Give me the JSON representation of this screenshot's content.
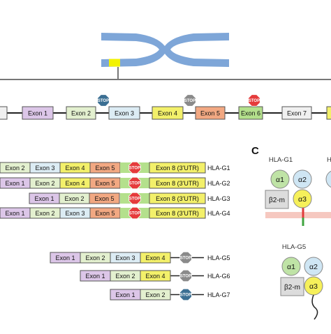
{
  "colors": {
    "chromosome": "#7ea6d8",
    "chromosome_band": "#f2f200",
    "exon1": "#dcc6e8",
    "exon2": "#e3f0cf",
    "exon3": "#dcecf4",
    "exon4": "#f3f06a",
    "exon5": "#f2a882",
    "exon6": "#b4e08c",
    "exon7": "#f0f0f0",
    "exon8": "#f3f06a",
    "stop_blue": "#3b6f93",
    "stop_grey": "#8a8a8a",
    "stop_red": "#e53b3b",
    "alpha1": "#bfe3a6",
    "alpha2": "#cfe6f4",
    "alpha3": "#f6f05a",
    "b2m": "#dcdcdc",
    "membrane": "#f6c8c0"
  },
  "gene": {
    "exons": [
      {
        "id": "exon-1",
        "label": "Exon 1",
        "color": "exon1"
      },
      {
        "id": "exon-2",
        "label": "Exon 2",
        "color": "exon2"
      },
      {
        "id": "exon-3",
        "label": "Exon 3",
        "color": "exon3"
      },
      {
        "id": "exon-4",
        "label": "Exon 4",
        "color": "exon4"
      },
      {
        "id": "exon-5",
        "label": "Exon 5",
        "color": "exon5"
      },
      {
        "id": "exon-6",
        "label": "Exon 6",
        "color": "exon6"
      },
      {
        "id": "exon-7",
        "label": "Exon 7",
        "color": "exon7"
      }
    ],
    "stop_label": "STOP"
  },
  "isoforms": [
    {
      "name": "HLA-G1",
      "exons": [
        {
          "label": "Exon 2",
          "color": "exon2"
        },
        {
          "label": "Exon 3",
          "color": "exon3"
        },
        {
          "label": "Exon 4",
          "color": "exon4"
        },
        {
          "label": "Exon 5",
          "color": "exon5"
        }
      ],
      "utr": "Exon 8 (3'UTR)"
    },
    {
      "name": "HLA-G2",
      "exons": [
        {
          "label": "Exon 1",
          "color": "exon1"
        },
        {
          "label": "Exon 2",
          "color": "exon2"
        },
        {
          "label": "Exon 4",
          "color": "exon4"
        },
        {
          "label": "Exon 5",
          "color": "exon5"
        }
      ],
      "utr": "Exon 8 (3'UTR)"
    },
    {
      "name": "HLA-G3",
      "exons": [
        {
          "label": "Exon 1",
          "color": "exon1"
        },
        {
          "label": "Exon 2",
          "color": "exon2"
        },
        {
          "label": "Exon 5",
          "color": "exon5"
        }
      ],
      "utr": "Exon 8 (3'UTR)"
    },
    {
      "name": "HLA-G4",
      "exons": [
        {
          "label": "Exon 1",
          "color": "exon1"
        },
        {
          "label": "Exon 2",
          "color": "exon2"
        },
        {
          "label": "Exon 3",
          "color": "exon3"
        },
        {
          "label": "Exon 5",
          "color": "exon5"
        }
      ],
      "utr": "Exon 8 (3'UTR)"
    }
  ],
  "soluble_isoforms": [
    {
      "name": "HLA-G5",
      "exons": [
        {
          "label": "Exon 1",
          "color": "exon1"
        },
        {
          "label": "Exon 2",
          "color": "exon2"
        },
        {
          "label": "Exon 3",
          "color": "exon3"
        },
        {
          "label": "Exon 4",
          "color": "exon4"
        }
      ]
    },
    {
      "name": "HLA-G6",
      "exons": [
        {
          "label": "Exon 1",
          "color": "exon1"
        },
        {
          "label": "Exon 2",
          "color": "exon2"
        },
        {
          "label": "Exon 4",
          "color": "exon4"
        }
      ]
    },
    {
      "name": "HLA-G7",
      "exons": [
        {
          "label": "Exon 1",
          "color": "exon1"
        },
        {
          "label": "Exon 2",
          "color": "exon2"
        }
      ]
    }
  ],
  "panel_c": {
    "letter": "C",
    "top_title": "HLA-G1",
    "top_title_cut": "H",
    "bottom_title": "HLA-G5",
    "alpha1": "α1",
    "alpha2": "α2",
    "alpha3": "α3",
    "b2m": "β2-m"
  }
}
